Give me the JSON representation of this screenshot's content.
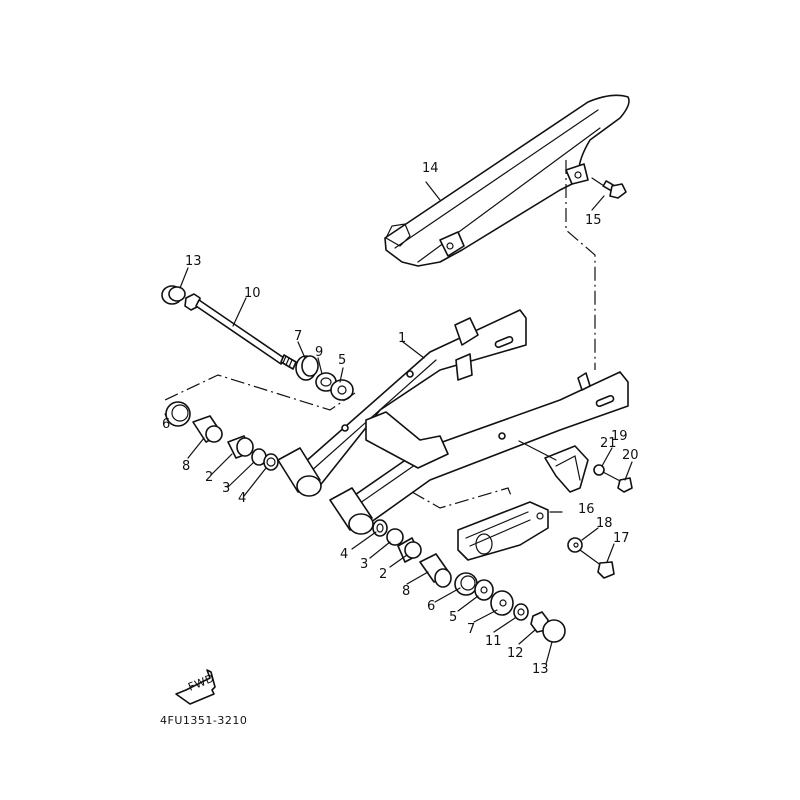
{
  "diagram": {
    "title": "Rear Arm Exploded View",
    "drawing_code": "4FU1351-3210",
    "direction_indicator": "FWD",
    "callouts": [
      {
        "id": "c1",
        "number": "1",
        "part": "rear arm"
      },
      {
        "id": "c2a",
        "number": "2",
        "part": "bearing (left)"
      },
      {
        "id": "c2b",
        "number": "2",
        "part": "bearing (right)"
      },
      {
        "id": "c3a",
        "number": "3",
        "part": "bushing (left)"
      },
      {
        "id": "c3b",
        "number": "3",
        "part": "bushing (right)"
      },
      {
        "id": "c4a",
        "number": "4",
        "part": "oil seal (left)"
      },
      {
        "id": "c4b",
        "number": "4",
        "part": "oil seal (right)"
      },
      {
        "id": "c5a",
        "number": "5",
        "part": "washer (shaft side)"
      },
      {
        "id": "c5b",
        "number": "5",
        "part": "washer (right)"
      },
      {
        "id": "c6a",
        "number": "6",
        "part": "thrust cover (left)"
      },
      {
        "id": "c6b",
        "number": "6",
        "part": "thrust cover (right)"
      },
      {
        "id": "c7a",
        "number": "7",
        "part": "collar (shaft side)"
      },
      {
        "id": "c7b",
        "number": "7",
        "part": "collar (right)"
      },
      {
        "id": "c8a",
        "number": "8",
        "part": "collar (left)"
      },
      {
        "id": "c8b",
        "number": "8",
        "part": "collar (right)"
      },
      {
        "id": "c9",
        "number": "9",
        "part": "shim"
      },
      {
        "id": "c10",
        "number": "10",
        "part": "pivot shaft"
      },
      {
        "id": "c11",
        "number": "11",
        "part": "washer"
      },
      {
        "id": "c12",
        "number": "12",
        "part": "nut"
      },
      {
        "id": "c13a",
        "number": "13",
        "part": "cap (left)"
      },
      {
        "id": "c13b",
        "number": "13",
        "part": "cap (right)"
      },
      {
        "id": "c14",
        "number": "14",
        "part": "chain case"
      },
      {
        "id": "c15",
        "number": "15",
        "part": "bolt"
      },
      {
        "id": "c16",
        "number": "16",
        "part": "chain support"
      },
      {
        "id": "c17",
        "number": "17",
        "part": "bolt"
      },
      {
        "id": "c18",
        "number": "18",
        "part": "collar"
      },
      {
        "id": "c19",
        "number": "19",
        "part": "chain guide"
      },
      {
        "id": "c20",
        "number": "20",
        "part": "bolt"
      },
      {
        "id": "c21",
        "number": "21",
        "part": "washer"
      }
    ]
  }
}
